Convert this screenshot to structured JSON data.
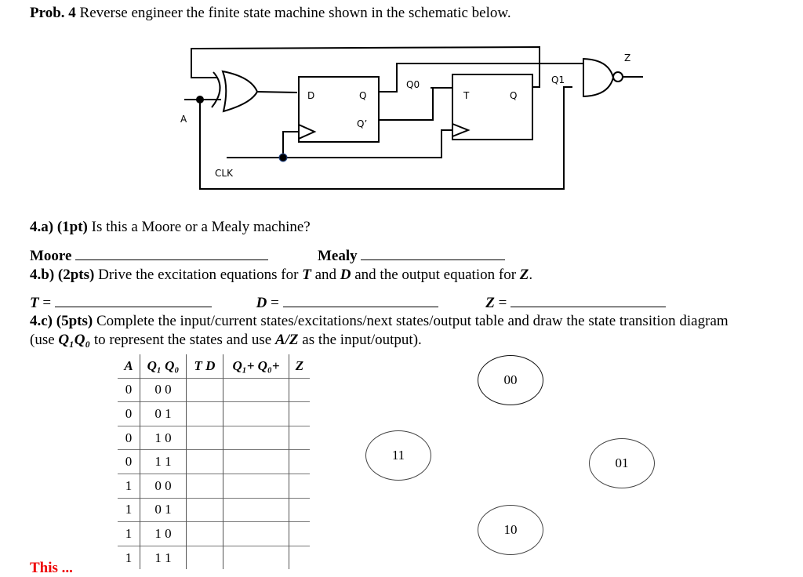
{
  "problem": {
    "number_label": "Prob. 4",
    "statement": " Reverse engineer the finite state machine shown in the schematic below."
  },
  "schematic": {
    "labels": {
      "input_a": "A",
      "clock": "CLK",
      "d_input": "D",
      "d_q": "Q",
      "d_qbar": "Q’",
      "q0": "Q0",
      "t_input": "T",
      "t_q": "Q",
      "q1": "Q1",
      "output_z": "Z"
    },
    "gates": [
      "XOR",
      "D flip-flop",
      "T flip-flop",
      "NAND"
    ]
  },
  "part_a": {
    "number": "4.a) (1pt)",
    "question": " Is this a Moore or a Mealy machine?",
    "option_moore": "Moore",
    "option_mealy": "Mealy"
  },
  "part_b": {
    "number": "4.b) (2pts)",
    "question_1": " Drive the excitation equations for ",
    "T": "T",
    "and1": " and ",
    "D": "D",
    "question_2": " and the output equation for ",
    "Z": "Z",
    "period": ".",
    "eq_t": "T",
    "eq_d": "D",
    "eq_z": "Z",
    "equals": " ="
  },
  "part_c": {
    "number": "4.c) (5pts)",
    "question": " Complete the input/current states/excitations/next states/output table and draw the state transition diagram",
    "line2_a": "(use ",
    "q1q0": "Q₁Q₀",
    "line2_b": " to represent the states and use ",
    "az": "A/Z",
    "line2_c": " as the input/output)."
  },
  "table": {
    "headers": [
      "A",
      "Q₁ Q₀",
      "T D",
      "Q₁+ Q₀+",
      "Z"
    ],
    "rows": [
      {
        "A": "0",
        "Q": "0 0"
      },
      {
        "A": "0",
        "Q": "0 1"
      },
      {
        "A": "0",
        "Q": "1 0"
      },
      {
        "A": "0",
        "Q": "1 1"
      },
      {
        "A": "1",
        "Q": "0 0"
      },
      {
        "A": "1",
        "Q": "0 1"
      },
      {
        "A": "1",
        "Q": "1 0"
      },
      {
        "A": "1",
        "Q": "1 1"
      }
    ]
  },
  "states": [
    "00",
    "11",
    "01",
    "10"
  ],
  "footer_partial": "This ..."
}
